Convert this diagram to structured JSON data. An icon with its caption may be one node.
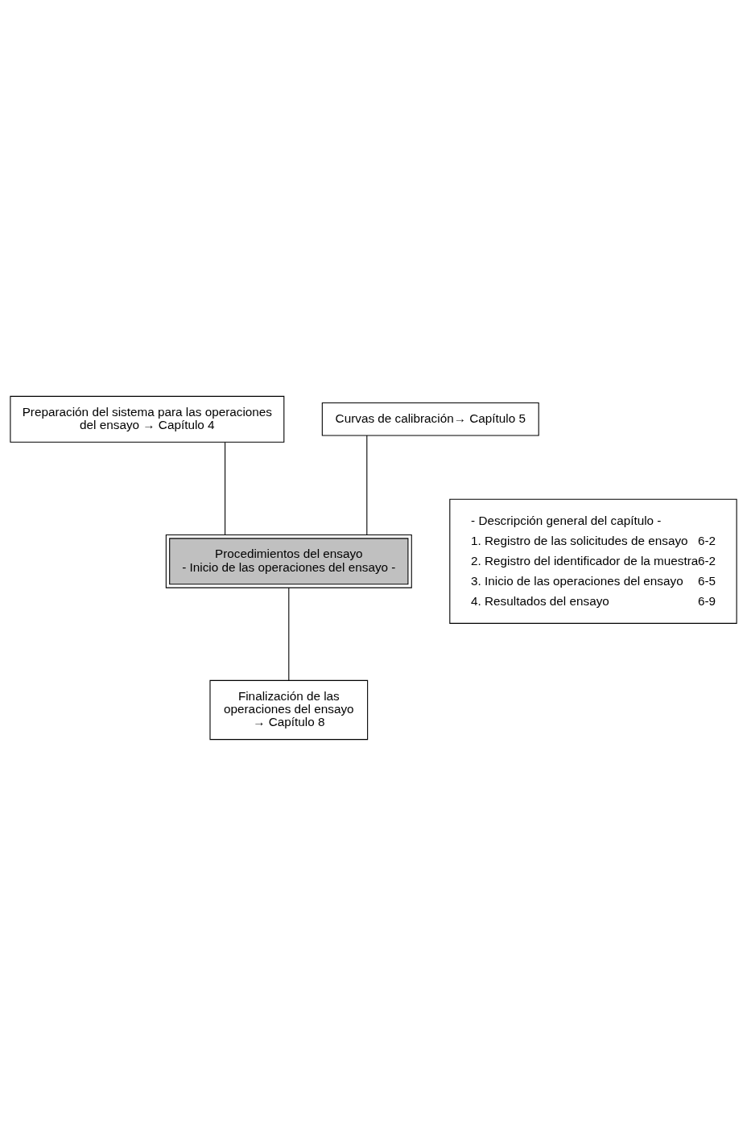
{
  "diagram": {
    "nodes": [
      {
        "text": [
          "Preparación del sistema para las operaciones del ensayo → Capítulo 4"
        ]
      },
      {
        "text": [
          "Curvas de calibración→ Capítulo 5"
        ]
      },
      {
        "text": [
          "Procedimientos del ensayo",
          "- Inicio de las operaciones del ensayo -"
        ]
      },
      {
        "text": [
          "- Descripción general del capítulo -",
          "1. Registro de las solicitudes de ensayo",
          "6-2",
          "2. Registro del identificador de la muestra",
          "6-2",
          "3. Inicio de las operaciones del ensayo",
          "6-5",
          "4. Resultados del ensayo",
          "6-9"
        ]
      },
      {
        "text": [
          "Finalización de las operaciones del ensayo",
          "→ Capítulo 8"
        ]
      }
    ],
    "edges": [
      {
        "from": 0,
        "to": 2,
        "arrow": "none"
      },
      {
        "from": 1,
        "to": 2,
        "arrow": "none"
      },
      {
        "from": 2,
        "to": 4,
        "arrow": "none"
      }
    ]
  }
}
